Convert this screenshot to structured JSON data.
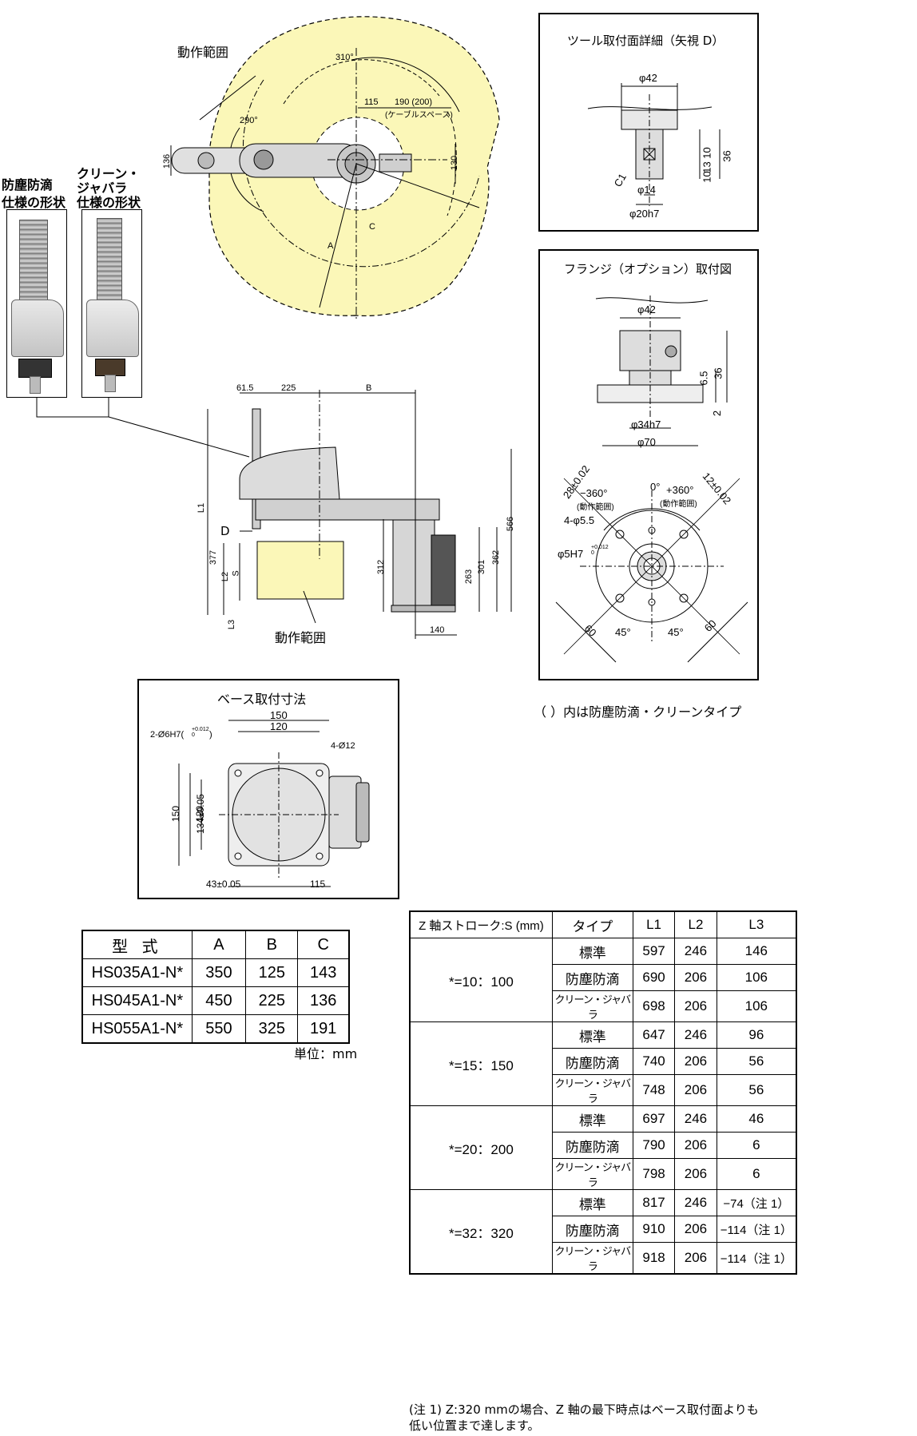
{
  "top": {
    "motion_range": "動作範囲",
    "angle_310": "310°",
    "angle_290": "290°",
    "dim_115": "115",
    "dim_190": "190 (200)",
    "cable_space": "(ケーブルスペース)",
    "dim_136": "136",
    "dim_130": "130",
    "dim_A": "A",
    "dim_C": "C"
  },
  "variants": {
    "dustproof": [
      "防塵防滴",
      "仕様の形状"
    ],
    "clean": [
      "クリーン・",
      "ジャバラ",
      "仕様の形状"
    ]
  },
  "side": {
    "dim_61_5": "61.5",
    "dim_225": "225",
    "dim_B": "B",
    "L1": "L1",
    "D": "D",
    "dim_377": "377",
    "L2": "L2",
    "S": "S",
    "L3": "L3",
    "dim_312": "312",
    "dim_263": "263",
    "dim_301": "301",
    "dim_362": "362",
    "dim_566": "566",
    "dim_140": "140",
    "motion_range": "動作範囲"
  },
  "tool": {
    "title": "ツール取付面詳細（矢視 D）",
    "phi42": "φ42",
    "d10": "10",
    "d13": "13",
    "d10b": "10",
    "d36": "36",
    "c1": "C1",
    "phi14": "φ14",
    "phi20": "φ20h7"
  },
  "flange": {
    "title": "フランジ（オプション）取付図",
    "phi42": "φ42",
    "d6_5": "6.5",
    "d36": "36",
    "d2": "2",
    "phi34": "φ34h7",
    "phi70": "φ70",
    "d28": "28±0.02",
    "d12": "12±0.02",
    "neg360": "−360°",
    "zero": "0°",
    "pos360": "+360°",
    "range1": "(動作範囲)",
    "range2": "(動作範囲)",
    "holes": "4-φ5.5",
    "phi5": "φ5H7",
    "phi5_tol": "+0.012 0",
    "d60a": "60",
    "d45a": "45°",
    "d45b": "45°",
    "d60b": "60"
  },
  "note_paren": "（ ）内は防塵防滴・クリーンタイプ",
  "base": {
    "title": "ベース取付寸法",
    "d150": "150",
    "d120": "120",
    "holes1": "2-Ø6H7(",
    "holes1_tol": "+0.012 0",
    "holes1_end": ")",
    "holes2": "4-Ø12",
    "v150": "150",
    "v134": "134±0.05",
    "v120": "120",
    "d43": "43±0.05",
    "d115": "115"
  },
  "model_table": {
    "headers": [
      "型 式",
      "A",
      "B",
      "C"
    ],
    "rows": [
      [
        "HS035A1-N*",
        "350",
        "125",
        "143"
      ],
      [
        "HS045A1-N*",
        "450",
        "225",
        "136"
      ],
      [
        "HS055A1-N*",
        "550",
        "325",
        "191"
      ]
    ],
    "unit": "単位：mm"
  },
  "stroke_table": {
    "headers": [
      "Z 軸ストローク:S (mm)",
      "タイプ",
      "L1",
      "L2",
      "L3"
    ],
    "groups": [
      {
        "stroke": "*=10：100",
        "rows": [
          [
            "標準",
            "597",
            "246",
            "146"
          ],
          [
            "防塵防滴",
            "690",
            "206",
            "106"
          ],
          [
            "クリーン・ジャバラ",
            "698",
            "206",
            "106"
          ]
        ]
      },
      {
        "stroke": "*=15：150",
        "rows": [
          [
            "標準",
            "647",
            "246",
            "96"
          ],
          [
            "防塵防滴",
            "740",
            "206",
            "56"
          ],
          [
            "クリーン・ジャバラ",
            "748",
            "206",
            "56"
          ]
        ]
      },
      {
        "stroke": "*=20：200",
        "rows": [
          [
            "標準",
            "697",
            "246",
            "46"
          ],
          [
            "防塵防滴",
            "790",
            "206",
            "6"
          ],
          [
            "クリーン・ジャバラ",
            "798",
            "206",
            "6"
          ]
        ]
      },
      {
        "stroke": "*=32：320",
        "rows": [
          [
            "標準",
            "817",
            "246",
            "−74（注 1）"
          ],
          [
            "防塵防滴",
            "910",
            "206",
            "−114（注 1）"
          ],
          [
            "クリーン・ジャバラ",
            "918",
            "206",
            "−114（注 1）"
          ]
        ]
      }
    ]
  },
  "footnote": [
    "(注 1) Z:320 mmの場合、Z 軸の最下時点はベース取付面よりも",
    "低い位置まで達します。"
  ],
  "colors": {
    "range_fill": "#fbf7b8",
    "line": "#000000"
  }
}
